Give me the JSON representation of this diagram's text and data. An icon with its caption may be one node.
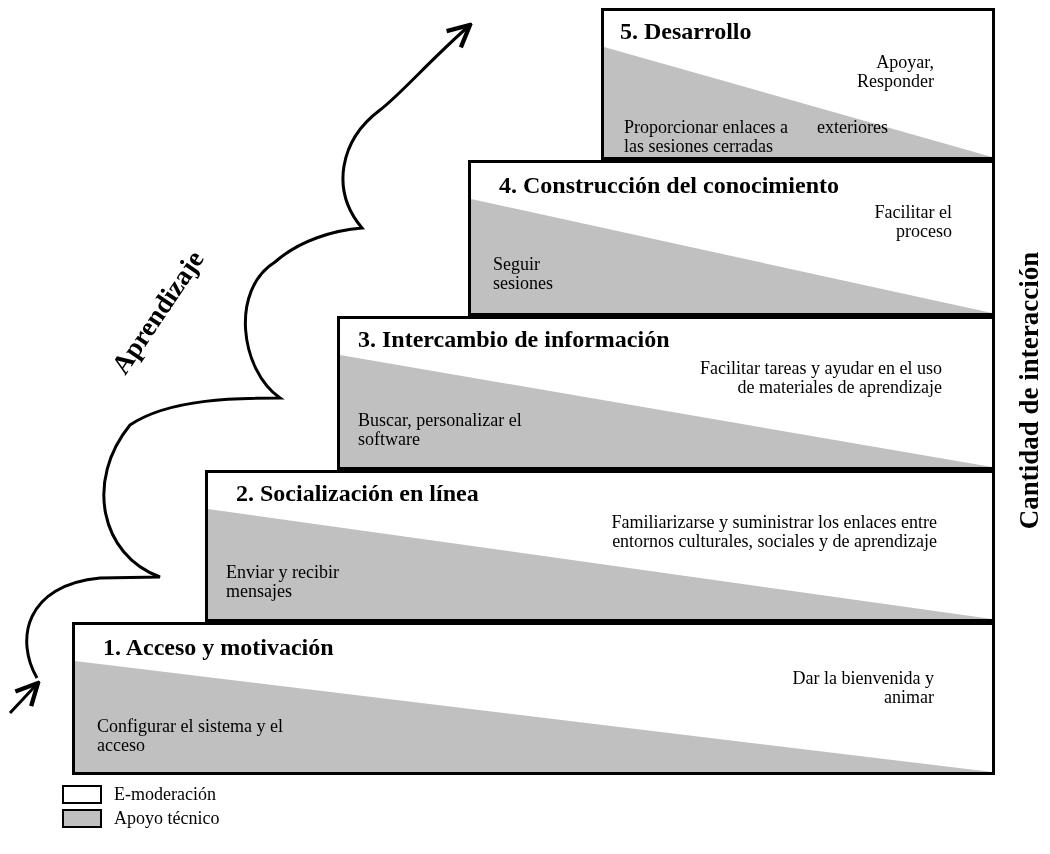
{
  "diagram": {
    "nodes": [
      {
        "text": [
          "1. Acceso y motivación",
          "Dar la bienvenida y animar",
          "Configurar el sistema y el acceso"
        ]
      },
      {
        "text": [
          "2. Socialización en línea",
          "Familiarizarse y suministrar los enlaces entre entornos culturales, sociales y de aprendizaje",
          "Enviar y recibir mensajes"
        ]
      },
      {
        "text": [
          "3. Intercambio de información",
          "Facilitar tareas y ayudar en el uso de materiales de aprendizaje",
          "Buscar, personalizar el software"
        ]
      },
      {
        "text": [
          "4. Construcción del conocimiento",
          "Facilitar el proceso",
          "Seguir sesiones"
        ]
      },
      {
        "text": [
          "5. Desarrollo",
          "Apoyar, Responder",
          "Proporcionar enlaces a las sesiones cerradas",
          "exteriores"
        ]
      }
    ],
    "labels": [
      "Aprendizaje",
      "Cantidad de interacción"
    ],
    "legend": [
      {
        "text": "E-moderación",
        "color": "#ffffff"
      },
      {
        "text": "Apoyo técnico",
        "color": "#c0c0c0"
      }
    ]
  }
}
